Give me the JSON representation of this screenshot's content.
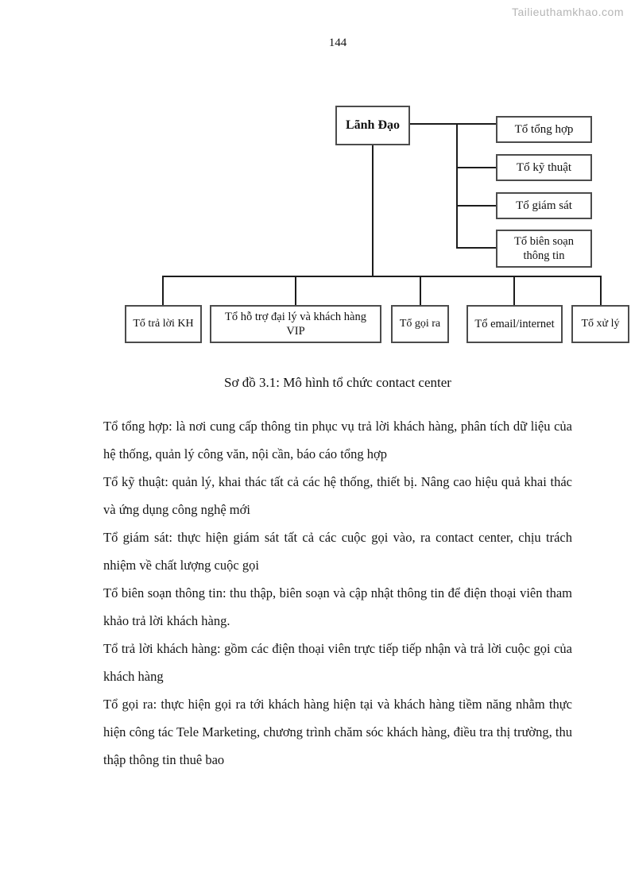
{
  "watermark": "Tailieuthamkhao.com",
  "page_number": "144",
  "colors": {
    "watermark_text": "#b5b5b5",
    "box_border": "#4c4c4c",
    "connector_line": "#1c1c1c"
  },
  "diagram": {
    "caption": "Sơ đồ 3.1: Mô hình tổ chức contact center",
    "root": "Lãnh Đạo",
    "right_branches": [
      "Tổ tổng hợp",
      "Tổ kỹ thuật",
      "Tổ giám sát",
      "Tổ biên soạn thông tin"
    ],
    "bottom_branches": [
      "Tổ trả lời KH",
      "Tổ hỗ trợ đại lý và khách hàng VIP",
      "Tổ gọi ra",
      "Tổ email/internet",
      "Tổ xử lý"
    ]
  },
  "paragraphs": [
    "Tổ tổng hợp: là nơi cung cấp thông tin phục vụ trả lời khách hàng, phân tích dữ liệu của hệ thống, quản lý công văn, nội cần, báo cáo tổng hợp",
    "Tổ kỹ thuật: quản lý, khai thác tất cả các hệ thống, thiết bị. Nâng cao hiệu quả khai thác và ứng dụng công nghệ mới",
    "Tổ giám sát: thực hiện giám sát tất cả các cuộc gọi vào, ra contact center, chịu trách nhiệm về chất lượng cuộc gọi",
    "Tổ biên soạn thông tin: thu thập, biên soạn và cập nhật thông tin để điện thoại viên tham khảo trả lời khách hàng.",
    "Tổ trả lời khách hàng: gồm các điện thoại viên trực tiếp tiếp nhận và trả lời cuộc gọi của khách hàng",
    "Tổ gọi ra: thực hiện gọi ra tới khách hàng hiện tại và khách hàng tiềm năng nhằm thực hiện công tác Tele Marketing, chương trình chăm sóc khách hàng, điều tra thị trường, thu thập thông tin thuê bao"
  ]
}
